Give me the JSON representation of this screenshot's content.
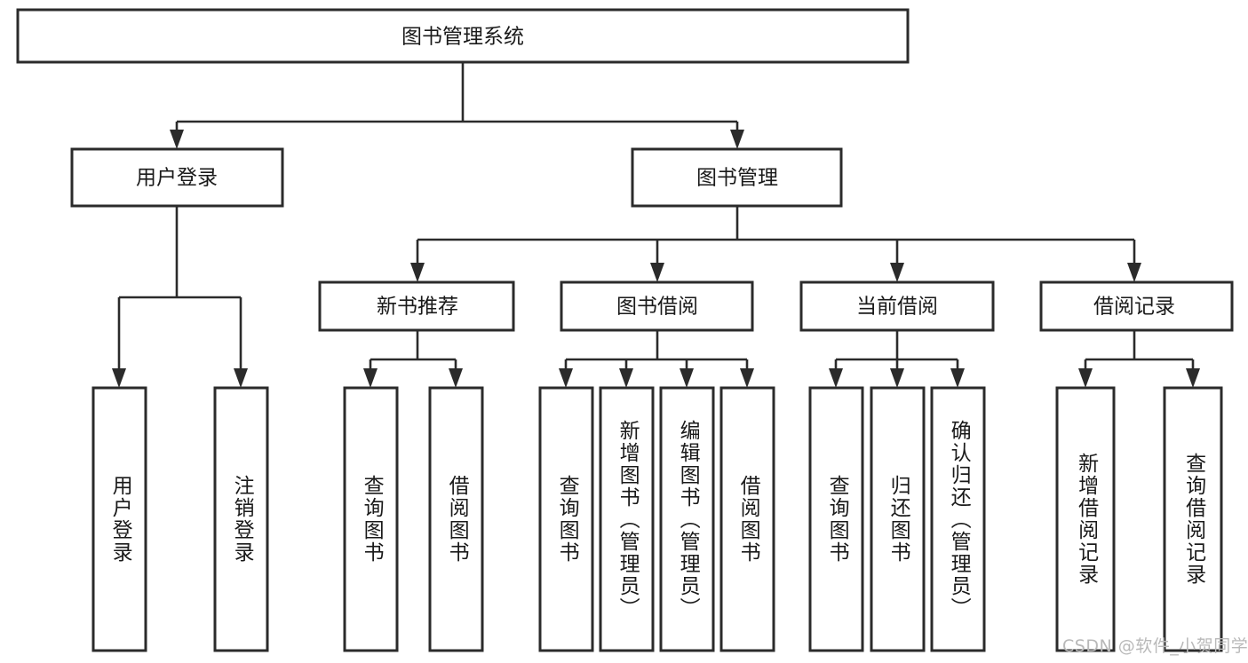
{
  "diagram": {
    "title": "图书管理系统",
    "type": "tree-hierarchy",
    "orientation": "top-down",
    "colors": {
      "box_stroke": "#2b2b2b",
      "box_fill": "#ffffff",
      "connector": "#2b2b2b",
      "text": "#1a1a1a",
      "background": "#ffffff",
      "watermark": "#b9b9b9"
    },
    "root": {
      "label": "图书管理系统"
    },
    "level1": [
      {
        "label": "用户登录"
      },
      {
        "label": "图书管理"
      }
    ],
    "level2": [
      {
        "label": "新书推荐"
      },
      {
        "label": "图书借阅"
      },
      {
        "label": "当前借阅"
      },
      {
        "label": "借阅记录"
      }
    ],
    "leaves": {
      "user_login": [
        {
          "label": "用户登录"
        },
        {
          "label": "注销登录"
        }
      ],
      "new_book_recommend": [
        {
          "label": "查询图书"
        },
        {
          "label": "借阅图书"
        }
      ],
      "book_borrow": [
        {
          "label": "查询图书"
        },
        {
          "label": "新增图书（管理员）"
        },
        {
          "label": "编辑图书（管理员）"
        },
        {
          "label": "借阅图书"
        }
      ],
      "current_borrow": [
        {
          "label": "查询图书"
        },
        {
          "label": "归还图书"
        },
        {
          "label": "确认归还（管理员）"
        }
      ],
      "borrow_record": [
        {
          "label": "新增借阅记录"
        },
        {
          "label": "查询借阅记录"
        }
      ]
    }
  },
  "watermark": {
    "text": "CSDN @软件_小贺同学"
  }
}
